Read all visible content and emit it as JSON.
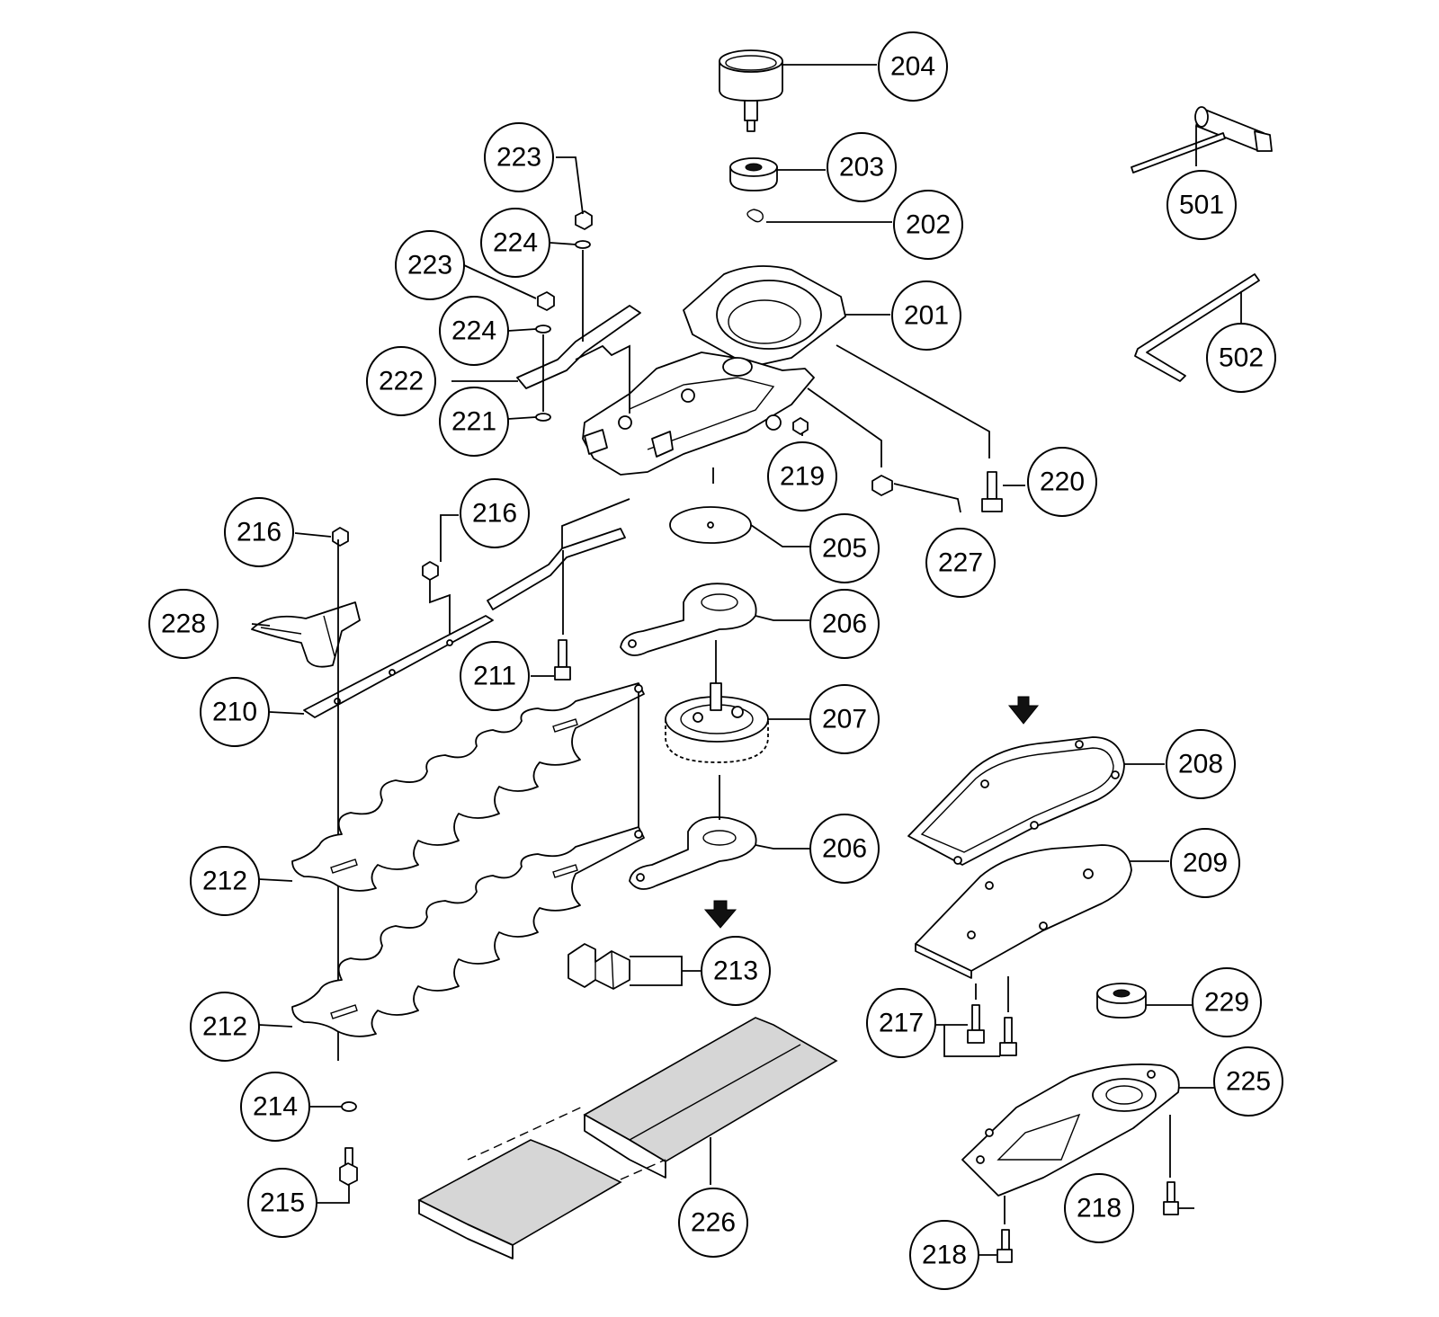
{
  "callouts": {
    "c204": "204",
    "c203": "203",
    "c202": "202",
    "c201": "201",
    "c501": "501",
    "c502": "502",
    "c223a": "223",
    "c224a": "224",
    "c223b": "223",
    "c224b": "224",
    "c222": "222",
    "c221": "221",
    "c219": "219",
    "c220": "220",
    "c216a": "216",
    "c216b": "216",
    "c228": "228",
    "c211": "211",
    "c210": "210",
    "c205": "205",
    "c227": "227",
    "c206a": "206",
    "c207": "207",
    "c208": "208",
    "c209": "209",
    "c206b": "206",
    "c212a": "212",
    "c212b": "212",
    "c213": "213",
    "c214": "214",
    "c215": "215",
    "c217": "217",
    "c229": "229",
    "c225": "225",
    "c218a": "218",
    "c218b": "218",
    "c226": "226"
  }
}
